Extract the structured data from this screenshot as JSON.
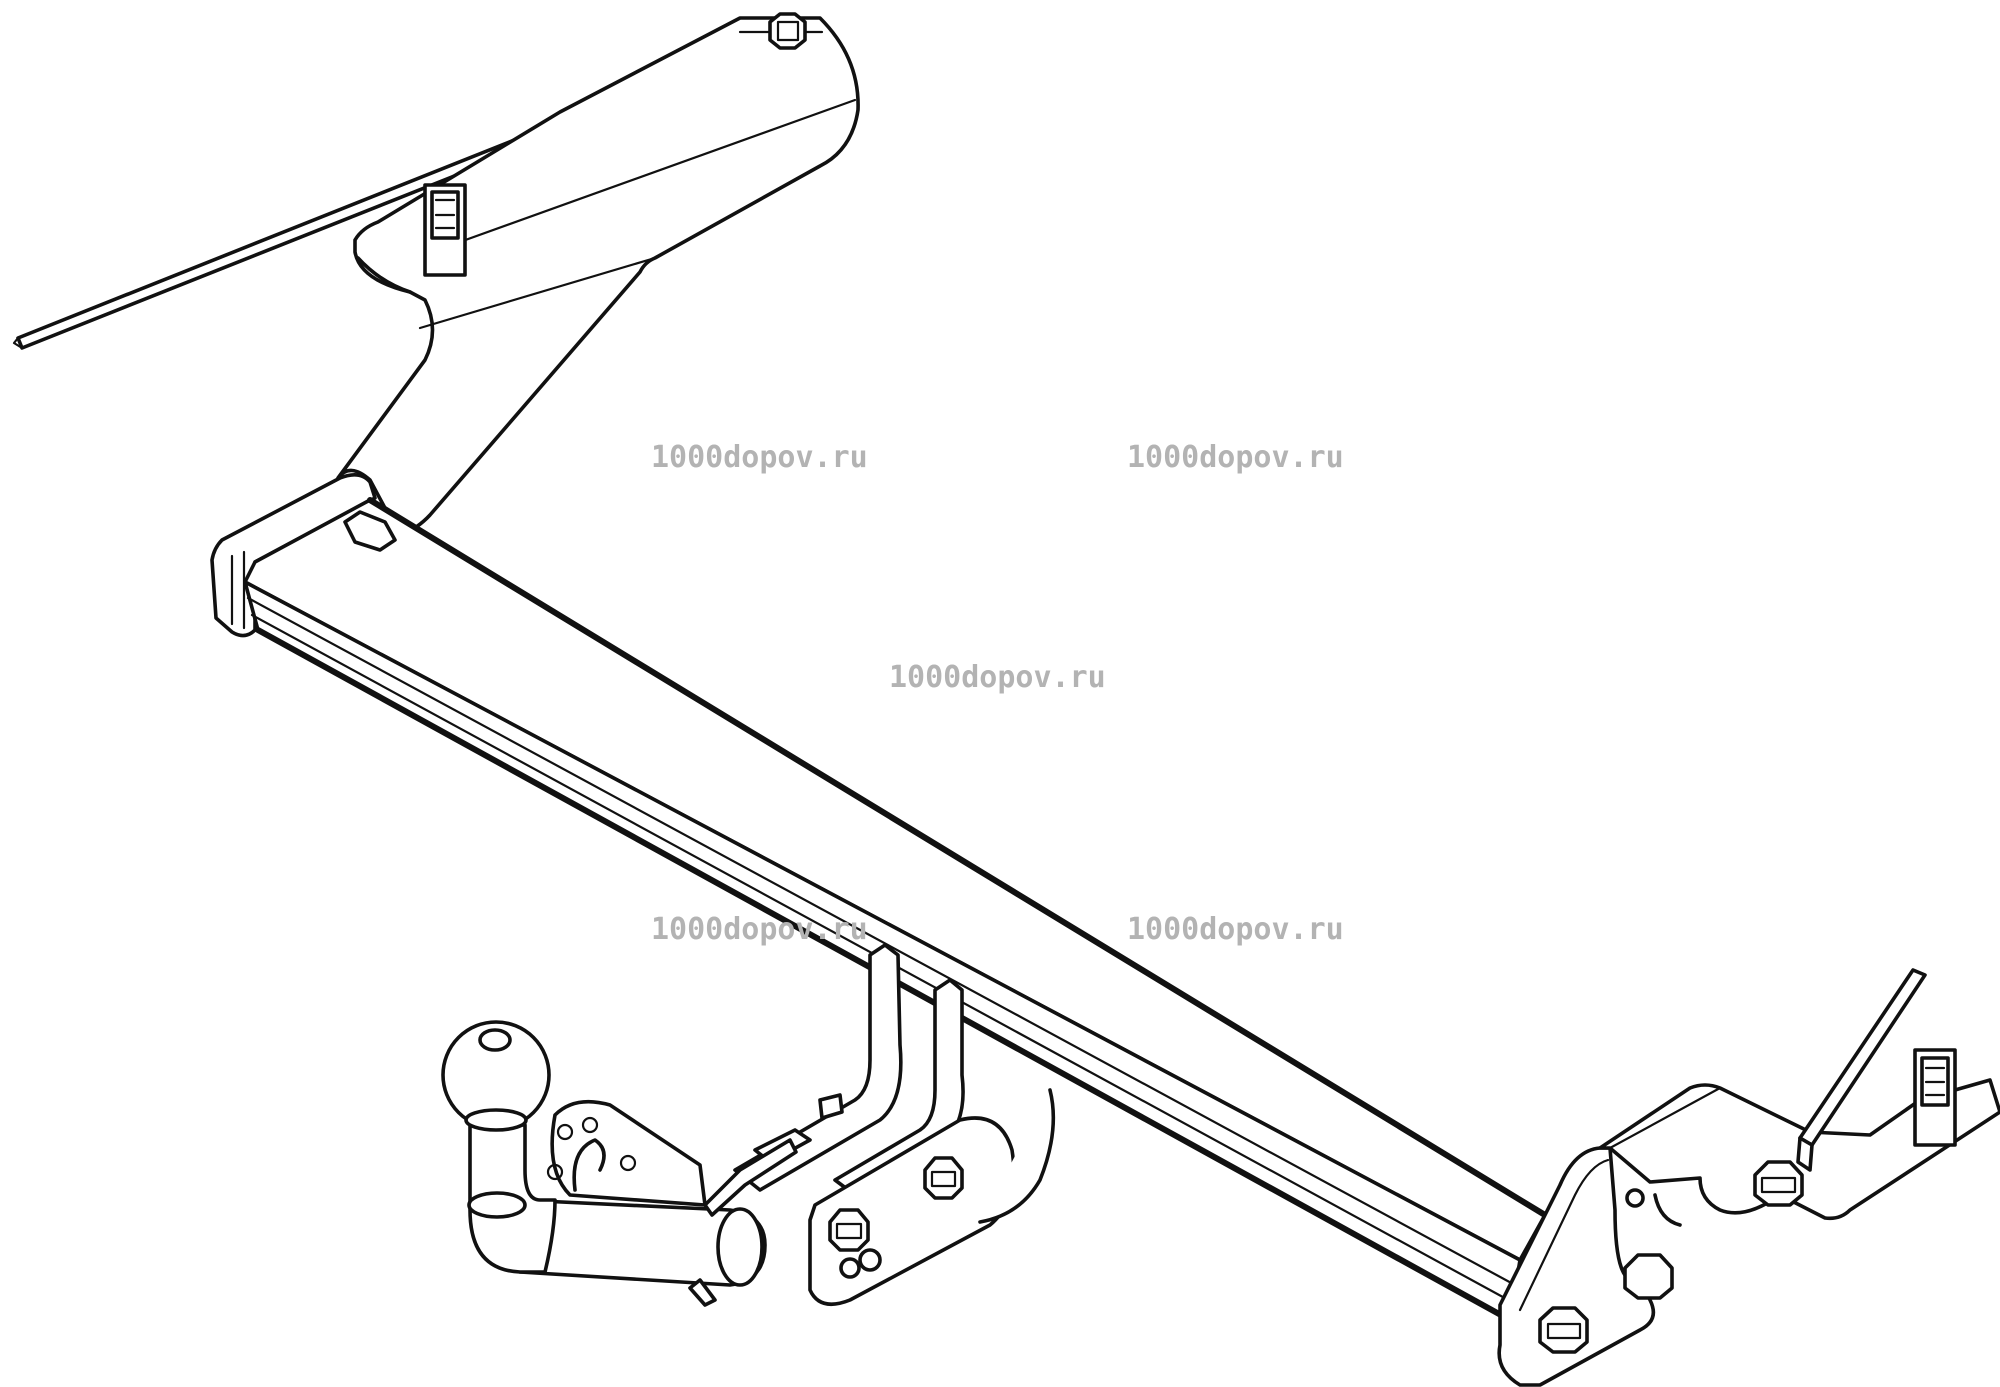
{
  "watermarks": [
    "1000dopov.ru",
    "1000dopov.ru",
    "1000dopov.ru",
    "1000dopov.ru",
    "1000dopov.ru"
  ],
  "colors": {
    "line": "#111111",
    "background": "#ffffff",
    "watermark": "#b3b3b3"
  }
}
